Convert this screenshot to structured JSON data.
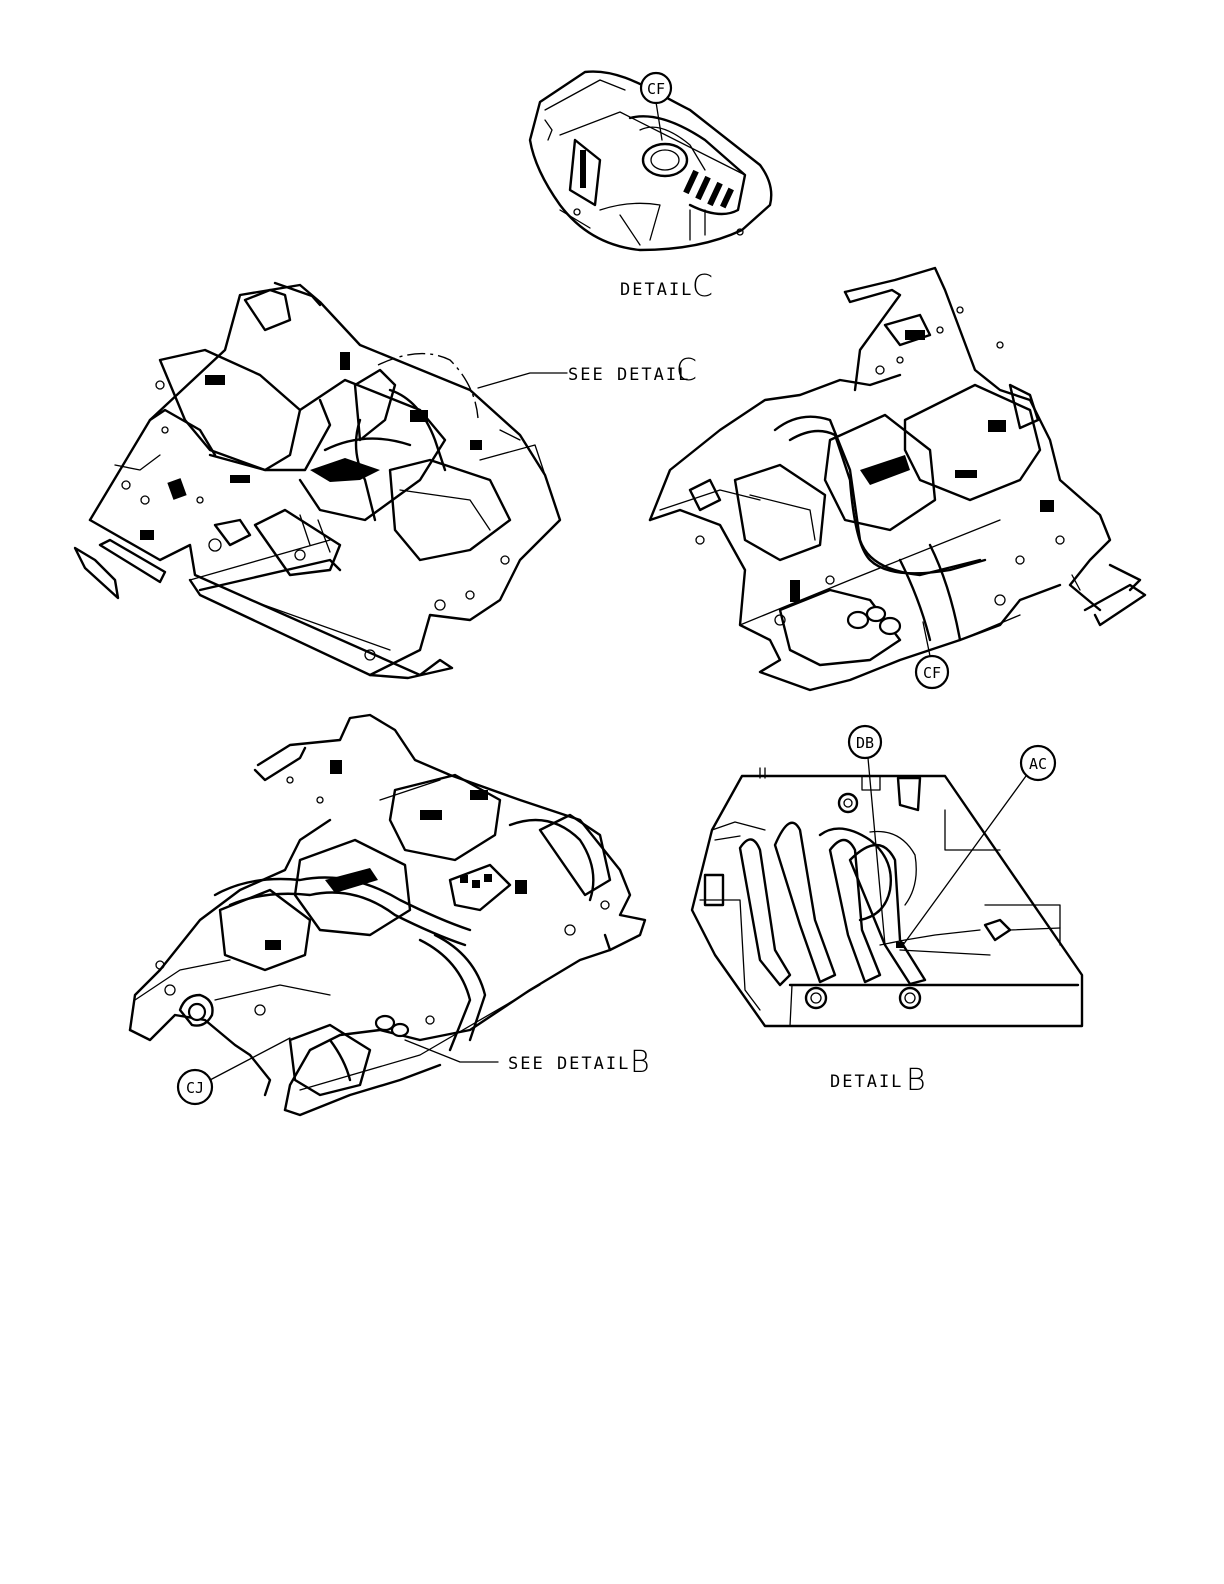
{
  "detail_views": [
    {
      "id": "detail-c",
      "title": "DETAIL",
      "letter": "C"
    },
    {
      "id": "detail-b",
      "title": "DETAIL",
      "letter": "B"
    }
  ],
  "callouts": [
    {
      "id": "see-detail-c",
      "text": "SEE DETAIL",
      "letter": "C"
    },
    {
      "id": "see-detail-b",
      "text": "SEE DETAIL",
      "letter": "B"
    }
  ],
  "balloons": [
    {
      "id": "cf-detail-c",
      "label": "CF"
    },
    {
      "id": "cf-right-view",
      "label": "CF"
    },
    {
      "id": "db-detail-b",
      "label": "DB"
    },
    {
      "id": "ac-detail-b",
      "label": "AC"
    },
    {
      "id": "cj-lower-view",
      "label": "CJ"
    }
  ]
}
